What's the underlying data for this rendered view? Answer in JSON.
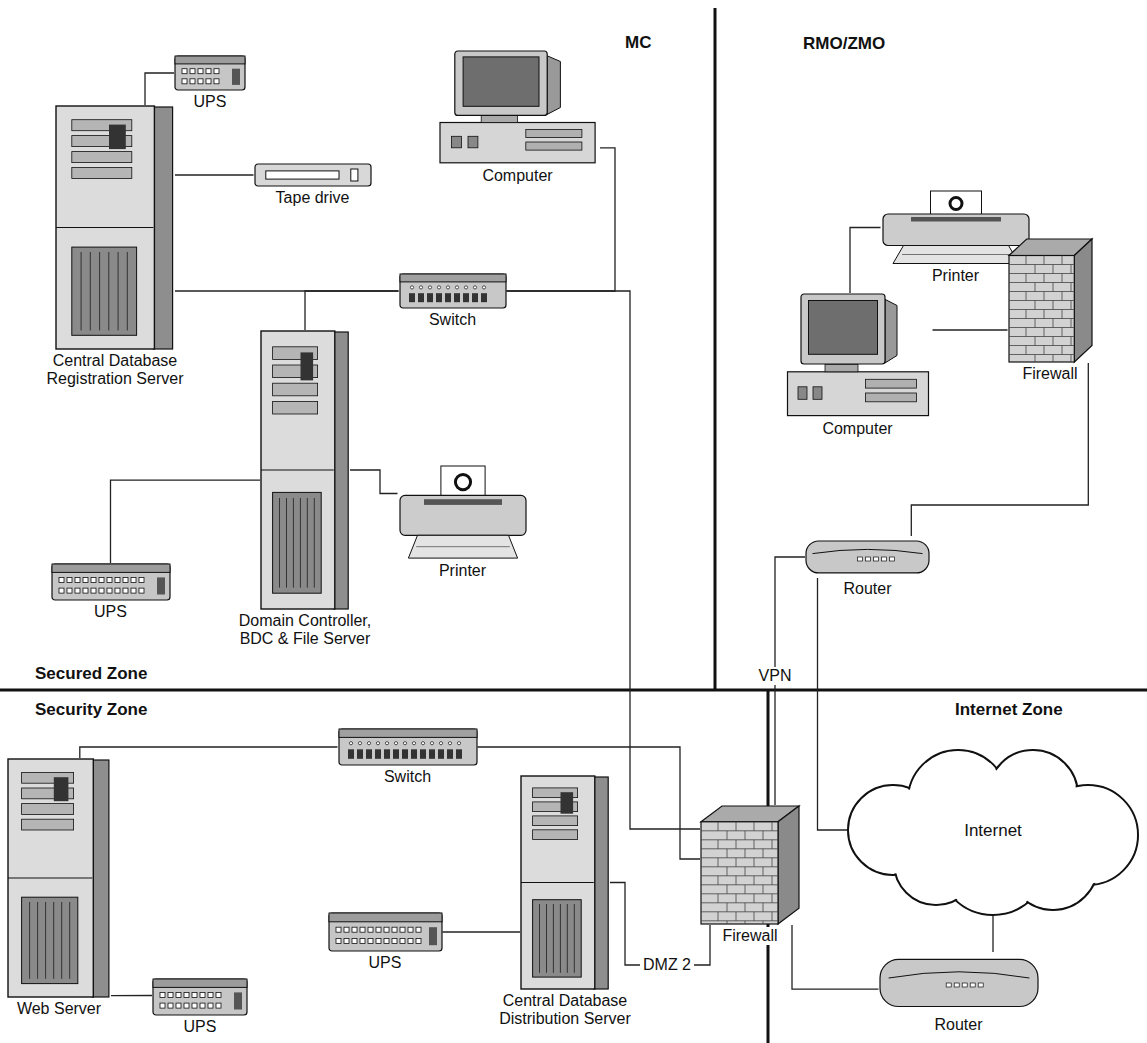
{
  "diagram": {
    "nodes": [
      {
        "text": [
          "UPS"
        ]
      },
      {
        "text": [
          "Central Database Registration Server"
        ]
      },
      {
        "text": [
          "Tape drive"
        ]
      },
      {
        "text": [
          "Computer"
        ]
      },
      {
        "text": [
          "Switch"
        ]
      },
      {
        "text": [
          "Domain Controller, BDC & File Server"
        ]
      },
      {
        "text": [
          "Printer"
        ]
      },
      {
        "text": [
          "UPS"
        ]
      },
      {
        "text": [
          "Printer"
        ]
      },
      {
        "text": [
          "Computer"
        ]
      },
      {
        "text": [
          "Firewall"
        ]
      },
      {
        "text": [
          "Router"
        ]
      },
      {
        "text": [
          "Web Server"
        ]
      },
      {
        "text": [
          "Switch"
        ]
      },
      {
        "text": [
          "UPS"
        ]
      },
      {
        "text": [
          "UPS"
        ]
      },
      {
        "text": [
          "Central Database Distribution Server"
        ]
      },
      {
        "text": [
          "Firewall"
        ]
      },
      {
        "text": [
          "Internet"
        ]
      },
      {
        "text": [
          "Router"
        ]
      }
    ],
    "edges": [
      {
        "from": 0,
        "to": 1,
        "arrow": "none"
      },
      {
        "from": 2,
        "to": 1,
        "arrow": "none"
      },
      {
        "from": 1,
        "to": 4,
        "arrow": "none"
      },
      {
        "from": 5,
        "to": 4,
        "arrow": "none"
      },
      {
        "from": 5,
        "to": 7,
        "arrow": "none"
      },
      {
        "from": 5,
        "to": 6,
        "arrow": "none"
      },
      {
        "from": 3,
        "to": 4,
        "arrow": "none"
      },
      {
        "from": 4,
        "to": 17,
        "arrow": "none"
      },
      {
        "from": 9,
        "to": 8,
        "arrow": "none"
      },
      {
        "from": 9,
        "to": 10,
        "arrow": "none"
      },
      {
        "from": 10,
        "to": 11,
        "arrow": "none"
      },
      {
        "from": 11,
        "to": 17,
        "label": "VPN",
        "arrow": "none"
      },
      {
        "from": 11,
        "to": 18,
        "arrow": "none"
      },
      {
        "from": 12,
        "to": 13,
        "arrow": "none"
      },
      {
        "from": 13,
        "to": 17,
        "arrow": "none"
      },
      {
        "from": 12,
        "to": 14,
        "arrow": "none"
      },
      {
        "from": 15,
        "to": 16,
        "arrow": "none"
      },
      {
        "from": 16,
        "to": 17,
        "label": "DMZ 2",
        "arrow": "none"
      },
      {
        "from": 17,
        "to": 19,
        "arrow": "none"
      },
      {
        "from": 18,
        "to": 19,
        "arrow": "none"
      }
    ],
    "labels": [
      "MC",
      "RMO/ZMO",
      "Secured Zone",
      "Security Zone",
      "Internet Zone"
    ]
  }
}
